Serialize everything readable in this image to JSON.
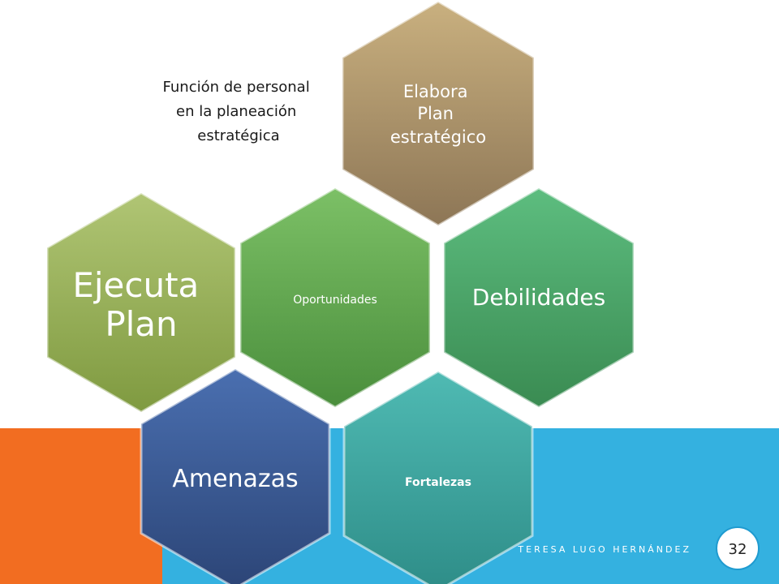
{
  "slide": {
    "subtitle_lines": [
      "Función de personal",
      "en la planeación",
      "estratégica"
    ],
    "footer_author": "TERESA LUGO HERNÁNDEZ",
    "page_number": "32"
  },
  "hexagons": [
    {
      "lines": [
        "Elabora",
        "Plan",
        "estratégico"
      ],
      "fill": "#a8926c"
    },
    {
      "lines": [
        "Ejecuta",
        "Plan"
      ],
      "fill": "#98b05e"
    },
    {
      "lines": [
        "Oportunidades"
      ],
      "fill": "#6aaa5a"
    },
    {
      "lines": [
        "Debilidades"
      ],
      "fill": "#4fa86b"
    },
    {
      "lines": [
        "Amenazas"
      ],
      "fill": "#3e5f97"
    },
    {
      "lines": [
        "Fortalezas"
      ],
      "fill": "#3fa7a0"
    }
  ],
  "colors": {
    "orange_band": "#f26d21",
    "blue_band": "#34b1e0",
    "blue_band_dark": "#2d9cc6"
  }
}
